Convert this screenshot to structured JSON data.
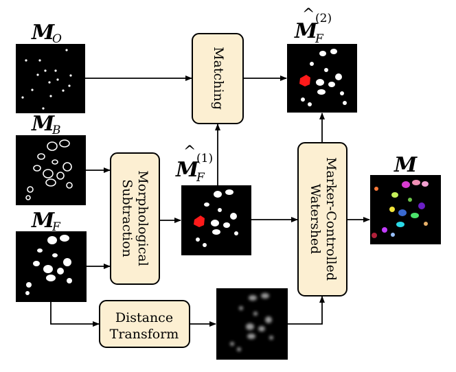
{
  "processes": {
    "matching": "Matching",
    "morph_line1": "Morphological",
    "morph_line2": "Subtraction",
    "distance_line1": "Distance",
    "distance_line2": "Transform",
    "watershed_line1": "Marker-Controlled",
    "watershed_line2": "Watershed"
  },
  "labels": {
    "mo_main": "M",
    "mo_sub": "O",
    "mb_main": "M",
    "mb_sub": "B",
    "mf_main": "M",
    "mf_sub": "F",
    "mf1_main": "M",
    "mf1_hat": "^",
    "mf1_sub": "F",
    "mf1_sup": "(1)",
    "mf2_main": "M",
    "mf2_hat": "^",
    "mf2_sub": "F",
    "mf2_sup": "(2)",
    "m_main": "M"
  },
  "colors": {
    "box_fill": "#fcefd2",
    "box_stroke": "#000000",
    "marker": "#ff1a1a",
    "image_bg": "#000000"
  }
}
